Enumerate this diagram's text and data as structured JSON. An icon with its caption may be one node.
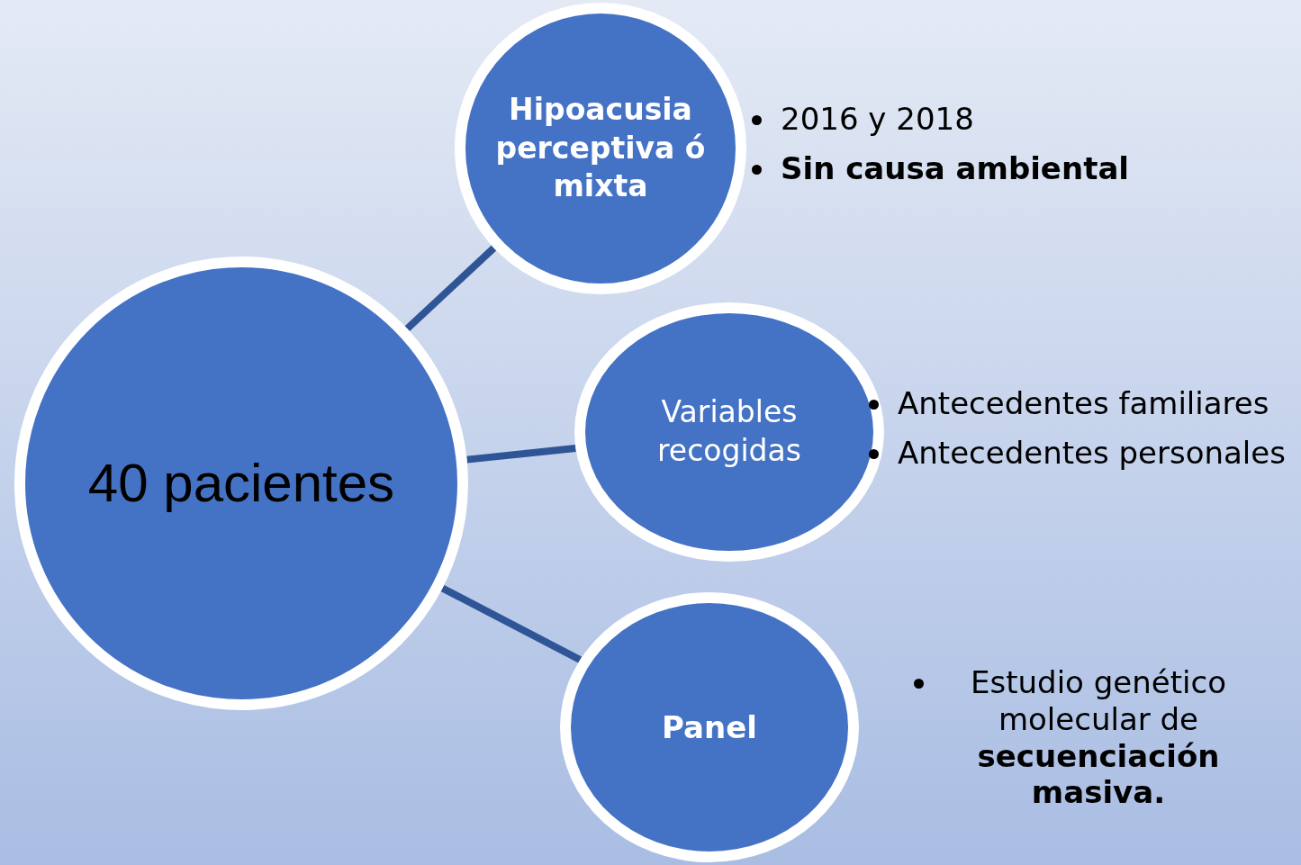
{
  "diagram": {
    "nodes": [
      {
        "text": [
          "40 pacientes"
        ]
      },
      {
        "text": [
          "Hipoacusia perceptiva ó mixta"
        ],
        "beside": [
          "2016 y 2018",
          "Sin causa ambiental"
        ]
      },
      {
        "text": [
          "Variables recogidas"
        ],
        "beside": [
          "Antecedentes familiares",
          "Antecedentes personales"
        ]
      },
      {
        "text": [
          "Panel"
        ],
        "beside": [
          "Estudio genético molecular de **secuenciación masiva.**"
        ]
      }
    ],
    "edges": [
      {
        "from": 0,
        "to": 1,
        "arrow": "none"
      },
      {
        "from": 0,
        "to": 2,
        "arrow": "none"
      },
      {
        "from": 0,
        "to": 3,
        "arrow": "none"
      }
    ]
  }
}
